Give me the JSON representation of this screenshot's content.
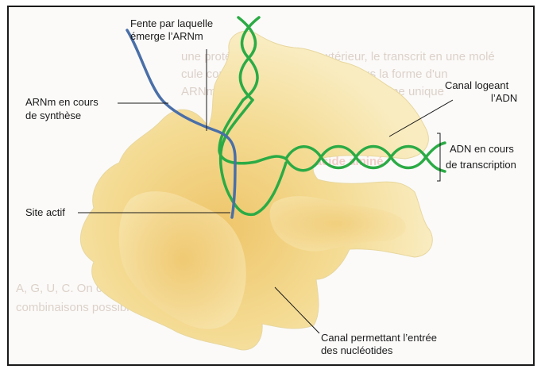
{
  "labels": {
    "fente_line1": "Fente par laquelle",
    "fente_line2": "émerge l’ARNm",
    "arnm_line1": "ARNm en cours",
    "arnm_line2": "de synthèse",
    "canal_adn_line1": "Canal logeant",
    "canal_adn_line2": "l’ADN",
    "adn_line1": "ADN en cours",
    "adn_line2": "de transcription",
    "site_actif": "Site actif",
    "canal_nuc_line1": "Canal permettant l’entrée",
    "canal_nuc_line2": "des nucléotides"
  },
  "colors": {
    "enzyme_fill": "#f7e7ae",
    "enzyme_core": "#f0cc72",
    "dna": "#2bab45",
    "rna": "#4a6fa8",
    "frame": "#1a1a1a"
  }
}
